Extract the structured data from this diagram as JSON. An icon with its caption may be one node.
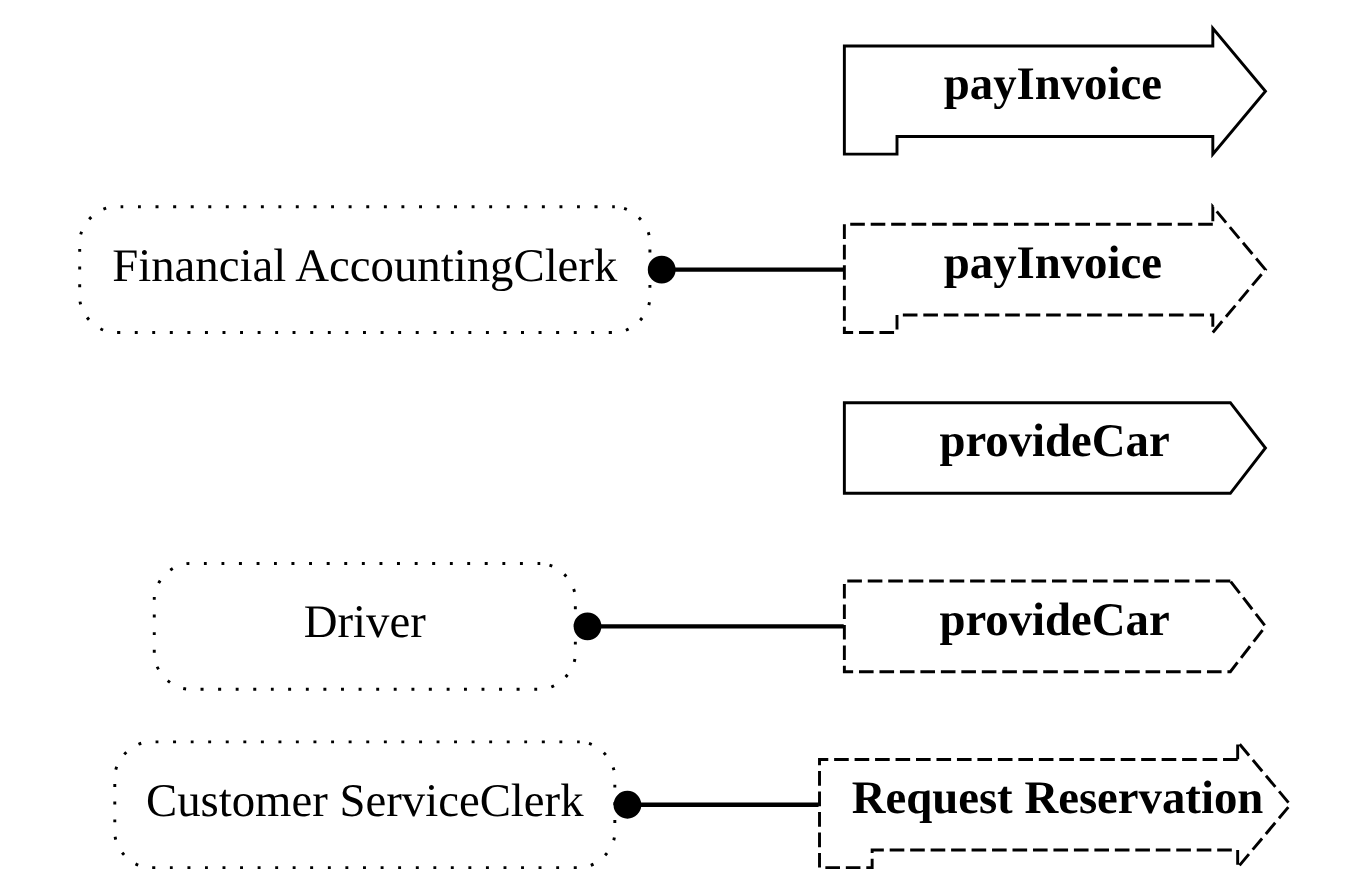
{
  "diagram": {
    "nodes": [
      {
        "text": [
          "Customer ServiceClerk"
        ]
      },
      {
        "text": [
          "Request Reservation"
        ]
      },
      {
        "text": [
          "Driver"
        ]
      },
      {
        "text": [
          "provideCar"
        ]
      },
      {
        "text": [
          "provideCar"
        ]
      },
      {
        "text": [
          "Financial AccountingClerk"
        ]
      },
      {
        "text": [
          "payInvoice"
        ]
      },
      {
        "text": [
          "payInvoice"
        ]
      }
    ],
    "edges": [
      {
        "from": 0,
        "to": 1,
        "arrow": "other"
      },
      {
        "from": 2,
        "to": 3,
        "arrow": "other"
      },
      {
        "from": 5,
        "to": 6,
        "arrow": "other"
      }
    ]
  }
}
